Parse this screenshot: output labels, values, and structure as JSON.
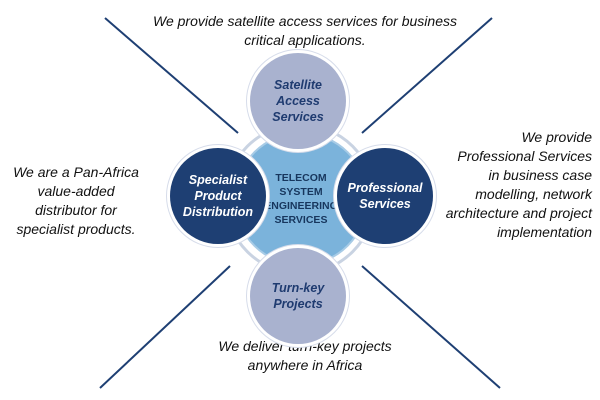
{
  "center": {
    "label": "TELECOM\nSYSTEM\nENGINEERING\nSERVICES"
  },
  "nodes": {
    "top": "Satellite\nAccess\nServices",
    "left": "Specialist\nProduct\nDistribution",
    "right": "Professional\nServices",
    "bottom": "Turn-key\nProjects"
  },
  "captions": {
    "top": "We provide satellite access services for business critical applications.",
    "left": "We are a Pan-Africa value-added distributor for specialist products.",
    "right": "We provide Professional Services in business case modelling, network architecture and project implementation",
    "bottom": "We deliver turn-key projects anywhere in Africa"
  },
  "colors": {
    "center_fill": "#7bb3db",
    "light_node_fill": "#a9b2cf",
    "dark_node_fill": "#1e3f73",
    "line": "#1e3f73"
  }
}
